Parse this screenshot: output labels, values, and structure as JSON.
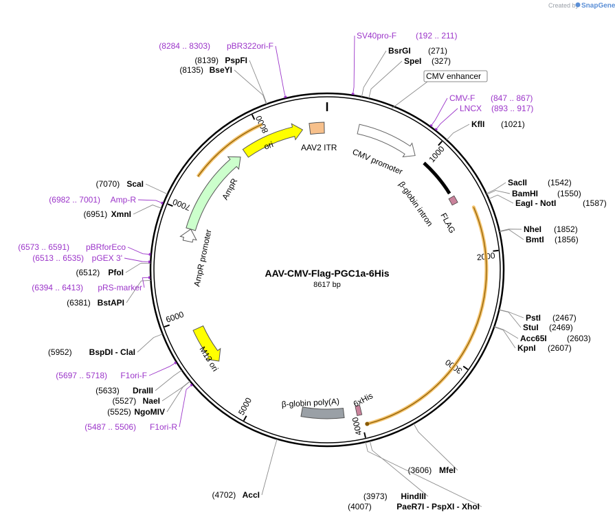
{
  "credit": {
    "prefix": "Created by",
    "brand": "SnapGene"
  },
  "plasmid": {
    "name": "AAV-CMV-Flag-PGC1a-6His",
    "size": "8617 bp",
    "length": 8617
  },
  "ticks": [
    {
      "value": 1000,
      "label": "1000"
    },
    {
      "value": 2000,
      "label": "2000"
    },
    {
      "value": 3000,
      "label": "3000"
    },
    {
      "value": 4000,
      "label": "4000"
    },
    {
      "value": 5000,
      "label": "5000"
    },
    {
      "value": 6000,
      "label": "6000"
    },
    {
      "value": 7000,
      "label": "7000"
    },
    {
      "value": 8000,
      "label": "8000"
    }
  ],
  "enzymes": [
    {
      "name": "BsrGI",
      "pos": "(271)",
      "site": 271
    },
    {
      "name": "SpeI",
      "pos": "(327)",
      "site": 327
    },
    {
      "name": "KflI",
      "pos": "(1021)",
      "site": 1021
    },
    {
      "name": "SacII",
      "pos": "(1542)",
      "site": 1542
    },
    {
      "name": "BamHI",
      "pos": "(1550)",
      "site": 1550
    },
    {
      "name": "EagI - NotI",
      "pos": "(1587)",
      "site": 1587
    },
    {
      "name": "NheI",
      "pos": "(1852)",
      "site": 1852
    },
    {
      "name": "BmtI",
      "pos": "(1856)",
      "site": 1856
    },
    {
      "name": "PstI",
      "pos": "(2467)",
      "site": 2467
    },
    {
      "name": "StuI",
      "pos": "(2469)",
      "site": 2469
    },
    {
      "name": "Acc65I",
      "pos": "(2603)",
      "site": 2603
    },
    {
      "name": "KpnI",
      "pos": "(2607)",
      "site": 2607
    },
    {
      "name": "MfeI",
      "pos": "(3606)",
      "site": 3606
    },
    {
      "name": "HindIII",
      "pos": "(3973)",
      "site": 3973
    },
    {
      "name": "PaeR7I - PspXI - XhoI",
      "pos": "(4007)",
      "site": 4007
    },
    {
      "name": "AccI",
      "pos": "(4702)",
      "site": 4702
    },
    {
      "name": "NgoMIV",
      "pos": "(5525)",
      "site": 5525
    },
    {
      "name": "NaeI",
      "pos": "(5527)",
      "site": 5527
    },
    {
      "name": "DraIII",
      "pos": "(5633)",
      "site": 5633
    },
    {
      "name": "BspDI - ClaI",
      "pos": "(5952)",
      "site": 5952
    },
    {
      "name": "BstAPI",
      "pos": "(6381)",
      "site": 6381
    },
    {
      "name": "PfoI",
      "pos": "(6512)",
      "site": 6512
    },
    {
      "name": "XmnI",
      "pos": "(6951)",
      "site": 6951
    },
    {
      "name": "ScaI",
      "pos": "(7070)",
      "site": 7070
    },
    {
      "name": "BseYI",
      "pos": "(8135)",
      "site": 8135
    },
    {
      "name": "PspFI",
      "pos": "(8139)",
      "site": 8139
    }
  ],
  "primers": [
    {
      "name": "SV40pro-F",
      "range": "(192 .. 211)",
      "site": 200
    },
    {
      "name": "CMV-F",
      "range": "(847 .. 867)",
      "site": 857
    },
    {
      "name": "LNCX",
      "range": "(893 .. 917)",
      "site": 905
    },
    {
      "name": "F1ori-R",
      "range": "(5487 .. 5506)",
      "site": 5496
    },
    {
      "name": "F1ori-F",
      "range": "(5697 .. 5718)",
      "site": 5707
    },
    {
      "name": "pRS-marker",
      "range": "(6394 .. 6413)",
      "site": 6403
    },
    {
      "name": "pGEX 3'",
      "range": "(6513 .. 6535)",
      "site": 6524
    },
    {
      "name": "pBRforEco",
      "range": "(6573 .. 6591)",
      "site": 6582
    },
    {
      "name": "Amp-R",
      "range": "(6982 .. 7001)",
      "site": 6991
    },
    {
      "name": "pBR322ori-F",
      "range": "(8284 .. 8303)",
      "site": 8293
    }
  ],
  "features": {
    "cmv_enhancer": "CMV enhancer",
    "cmv_promoter": "CMV promoter",
    "beta_globin_intron": "β-globin intron",
    "flag": "FLAG",
    "aav2_itr": "AAV2 ITR",
    "ori": "ori",
    "ampr": "AmpR",
    "ampr_promoter": "AmpR promoter",
    "m13_ori": "M13 ori",
    "beta_globin_polya": "β-globin poly(A)",
    "his6": "6xHis"
  },
  "colors": {
    "ori": "#ffff00",
    "ampr": "#ccffcc",
    "m13": "#ffff00",
    "itr": "#f7c08b",
    "polya": "#9aa0a6",
    "cds": "#f3c26b",
    "primer": "#9b34c9",
    "flag": "#c9829b"
  }
}
